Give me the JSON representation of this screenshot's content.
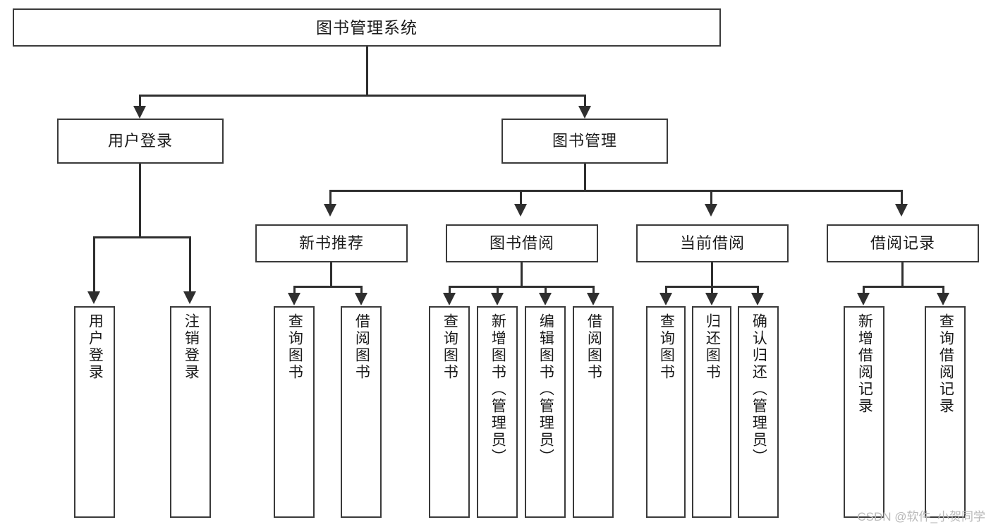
{
  "diagram": {
    "title": "图书管理系统",
    "type": "tree-hierarchy",
    "watermark": "CSDN @软件_小贺同学",
    "colors": {
      "box_border": "#3a3a3a",
      "connector": "#2f2f2f",
      "background": "#ffffff",
      "text": "#1a1a1a",
      "watermark": "#b9b9b9"
    },
    "root": {
      "label": "图书管理系统"
    },
    "level2": [
      {
        "label": "用户登录"
      },
      {
        "label": "图书管理"
      }
    ],
    "level3": [
      {
        "label": "新书推荐"
      },
      {
        "label": "图书借阅"
      },
      {
        "label": "当前借阅"
      },
      {
        "label": "借阅记录"
      }
    ],
    "leaves": {
      "user_login": [
        {
          "label": "用户登录"
        },
        {
          "label": "注销登录"
        }
      ],
      "new_book_recommend": [
        {
          "label": "查询图书"
        },
        {
          "label": "借阅图书"
        }
      ],
      "book_borrow": [
        {
          "label": "查询图书"
        },
        {
          "label": "新增图书（管理员）"
        },
        {
          "label": "编辑图书（管理员）"
        },
        {
          "label": "借阅图书"
        }
      ],
      "current_borrow": [
        {
          "label": "查询图书"
        },
        {
          "label": "归还图书"
        },
        {
          "label": "确认归还（管理员）"
        }
      ],
      "borrow_record": [
        {
          "label": "新增借阅记录"
        },
        {
          "label": "查询借阅记录"
        }
      ]
    }
  }
}
